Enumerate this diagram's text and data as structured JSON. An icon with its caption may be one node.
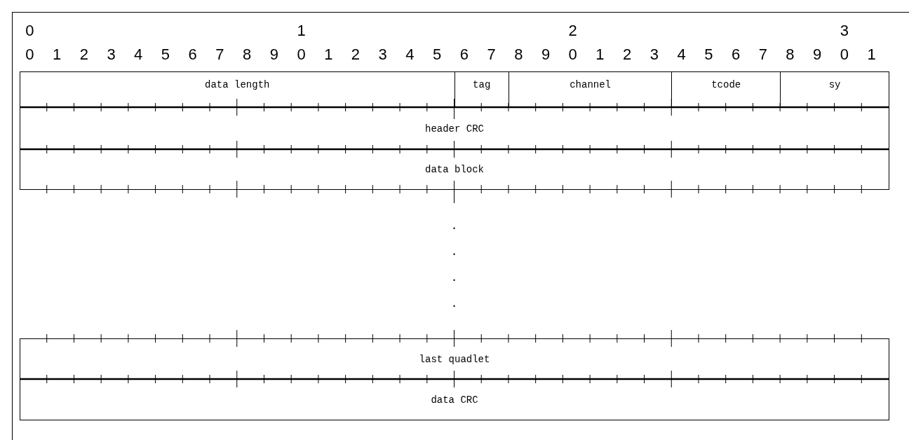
{
  "diagram": {
    "nodes": [
      {
        "text": [
          "data length"
        ]
      },
      {
        "text": [
          "tag"
        ]
      },
      {
        "text": [
          "channel"
        ]
      },
      {
        "text": [
          "tcode"
        ]
      },
      {
        "text": [
          "sy"
        ]
      },
      {
        "text": [
          "header CRC"
        ]
      },
      {
        "text": [
          "data block"
        ]
      },
      {
        "text": [
          "last quadlet"
        ]
      },
      {
        "text": [
          "data CRC"
        ]
      }
    ],
    "edges": [],
    "labels": [
      "0",
      "1",
      "2",
      "3",
      "0",
      "1",
      "2",
      "3",
      "4",
      "5",
      "6",
      "7",
      "8",
      "9",
      "0",
      "1",
      "2",
      "3",
      "4",
      "5",
      "6",
      "7",
      "8",
      "9",
      "0",
      "1",
      "2",
      "3",
      "4",
      "5",
      "6",
      "7",
      "8",
      "9",
      "0",
      "1",
      ".",
      ".",
      ".",
      "."
    ]
  }
}
